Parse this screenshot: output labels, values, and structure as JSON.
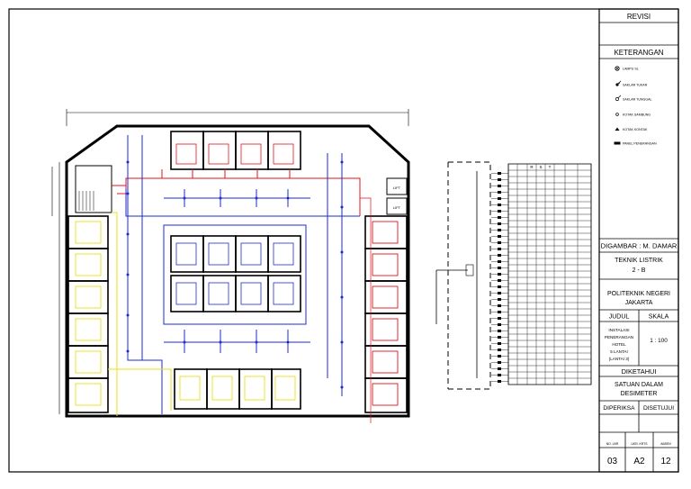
{
  "title_block": {
    "revisi": "REVISI",
    "keterangan": "KETERANGAN",
    "legend": [
      {
        "icon": "lamp-icon",
        "label": "LAMPU SL"
      },
      {
        "icon": "double-switch-icon",
        "label": "SAKLAR TUKAR"
      },
      {
        "icon": "single-switch-icon",
        "label": "SAKLAR TUNGGAL"
      },
      {
        "icon": "junction-box-icon",
        "label": "KOTAK SAMBUNG"
      },
      {
        "icon": "outlet-icon",
        "label": "KOTAK KONTAK"
      },
      {
        "icon": "panel-icon",
        "label": "PANEL PENERANGAN"
      }
    ],
    "digambar": "DIGAMBAR : M. DAMAR",
    "class_line1": "TEKNIK LISTRIK",
    "class_line2": "2 - B",
    "school_line1": "POLITEKNIK NEGERI",
    "school_line2": "JAKARTA",
    "judul": "JUDUL",
    "skala": "SKALA",
    "judul_lines": [
      "INSTALASI",
      "PENERANGAN",
      "HOTEL",
      "5 LANTAI",
      "(LANTAI 3)"
    ],
    "skala_value": "1 : 100",
    "diketahui": "DIKETAHUI",
    "satuan_line1": "SATUAN DALAM",
    "satuan_line2": "DESIMETER",
    "diperiksa": "DIPERIKSA",
    "disetujui": "DISETUJUI",
    "no_lbr_label": "NO. LBR",
    "ukr_kertas_label": "UKR. KRTS",
    "absen_label": "ABSEN",
    "no_lbr": "03",
    "ukr_kertas": "A2",
    "absen": "12"
  },
  "plan": {
    "lift_label": "LIFT",
    "colors": {
      "red": "#e0141c",
      "blue": "#1c2bd0",
      "yellow": "#e8e01a",
      "wall": "#000000"
    }
  },
  "schedule": {
    "headers": [
      "",
      "",
      "R",
      "S",
      "T",
      "",
      "",
      ""
    ],
    "row_count": 34
  }
}
